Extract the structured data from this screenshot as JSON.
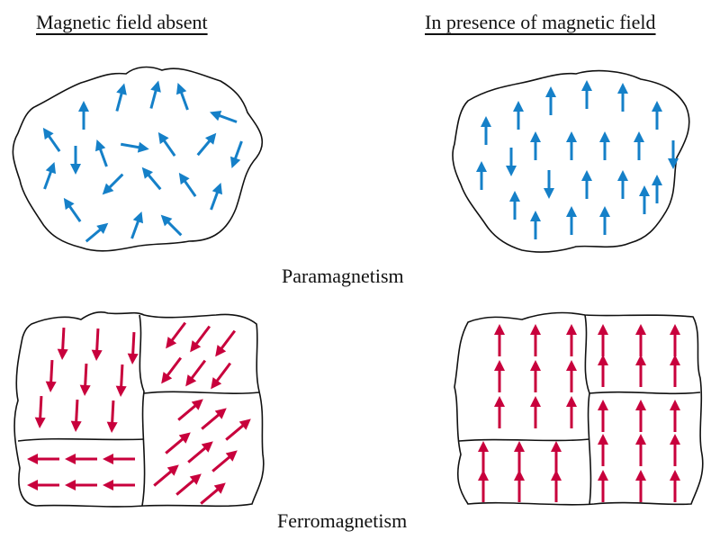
{
  "headers": {
    "left": "Magnetic field absent",
    "right": "In presence of magnetic field"
  },
  "sections": {
    "para": "Paramagnetism",
    "ferro": "Ferromagnetism"
  },
  "colors": {
    "para_arrow": "#1580c8",
    "ferro_arrow": "#c8003c",
    "outline": "#111111"
  }
}
